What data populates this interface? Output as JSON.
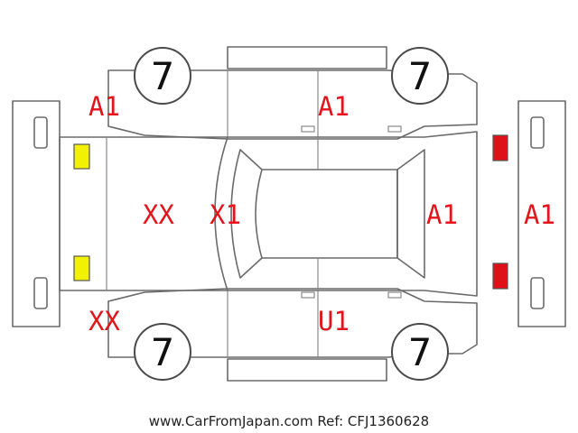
{
  "tires": {
    "front_left": "7",
    "front_right": "7",
    "rear_left": "7",
    "rear_right": "7"
  },
  "damage_codes": {
    "front_left_fender": "A1",
    "roof_upper": "A1",
    "hood": "XX",
    "windshield": "X1",
    "rear_glass": "A1",
    "rear_bumper": "A1",
    "front_right_corner": "XX",
    "right_door": "U1"
  },
  "lamps": {
    "front_color": "#f2f200",
    "rear_color": "#e01019"
  },
  "watermark": "www.CarFromJapan.com Ref: CFJ1360628"
}
